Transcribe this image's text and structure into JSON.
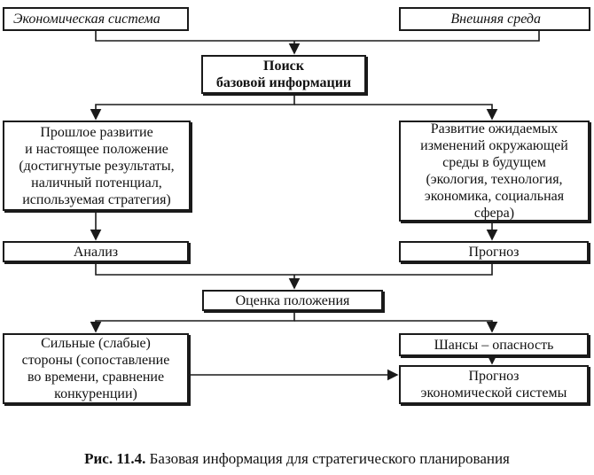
{
  "boxes": {
    "economic_system": "Экономическая система",
    "external_env": "Внешняя среда",
    "search": "Поиск\nбазовой информации",
    "past": "Прошлое развитие\nи настоящее положение\n(достигнутые результаты,\nналичный потенциал,\nиспользуемая стратегия)",
    "future": "Развитие ожидаемых\nизменений окружающей\nсреды в будущем\n(экология, технология,\nэкономика, социальная\nсфера)",
    "analysis": "Анализ",
    "forecast": "Прогноз",
    "assessment": "Оценка положения",
    "strengths": "Сильные (слабые)\nстороны (сопоставление\nво времени, сравнение\nконкуренции)",
    "chances": "Шансы – опасность",
    "econ_forecast": "Прогноз\nэкономической системы"
  },
  "caption": {
    "number": "Рис. 11.4.",
    "text": " Базовая информация для стратегического планирования"
  }
}
